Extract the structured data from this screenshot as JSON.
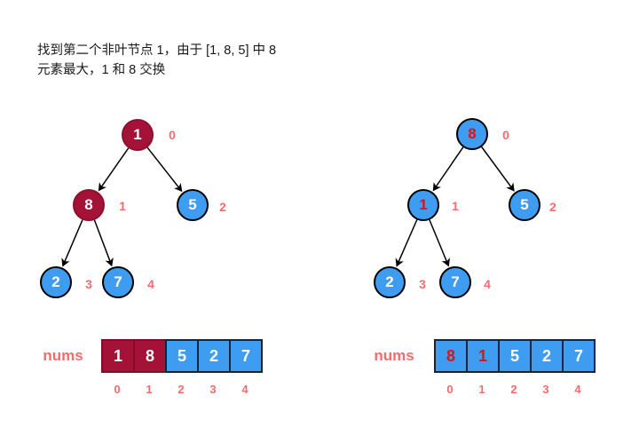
{
  "caption": {
    "line1": "找到第二个非叶节点 1，由于 [1, 8, 5] 中 8",
    "line2": "元素最大，1 和 8 交换"
  },
  "colors": {
    "highlight_dark_red": "#A51237",
    "node_blue": "#3E9DF0",
    "index_coral": "#F56C6C",
    "swapped_value_red": "#E01212",
    "node_border_black": "#000000"
  },
  "trees": {
    "left": {
      "nodes": [
        {
          "value": "1",
          "index_label": "0",
          "fill": "fill-dark",
          "text": "text-white"
        },
        {
          "value": "8",
          "index_label": "1",
          "fill": "fill-dark",
          "text": "text-white"
        },
        {
          "value": "5",
          "index_label": "2",
          "fill": "fill-blue",
          "text": "text-white"
        },
        {
          "value": "2",
          "index_label": "3",
          "fill": "fill-blue",
          "text": "text-white"
        },
        {
          "value": "7",
          "index_label": "4",
          "fill": "fill-blue",
          "text": "text-white"
        }
      ]
    },
    "right": {
      "nodes": [
        {
          "value": "8",
          "index_label": "0",
          "fill": "fill-blue",
          "text": "text-red"
        },
        {
          "value": "1",
          "index_label": "1",
          "fill": "fill-blue",
          "text": "text-red"
        },
        {
          "value": "5",
          "index_label": "2",
          "fill": "fill-blue",
          "text": "text-white"
        },
        {
          "value": "2",
          "index_label": "3",
          "fill": "fill-blue",
          "text": "text-white"
        },
        {
          "value": "7",
          "index_label": "4",
          "fill": "fill-blue",
          "text": "text-white"
        }
      ]
    }
  },
  "arrays": {
    "left": {
      "label": "nums",
      "cells": [
        {
          "value": "1",
          "fill": "fill-dark",
          "text": "text-white"
        },
        {
          "value": "8",
          "fill": "fill-dark",
          "text": "text-white"
        },
        {
          "value": "5",
          "fill": "fill-blue",
          "text": "text-white"
        },
        {
          "value": "2",
          "fill": "fill-blue",
          "text": "text-white"
        },
        {
          "value": "7",
          "fill": "fill-blue",
          "text": "text-white"
        }
      ],
      "indices": [
        "0",
        "1",
        "2",
        "3",
        "4"
      ]
    },
    "right": {
      "label": "nums",
      "cells": [
        {
          "value": "8",
          "fill": "fill-blue",
          "text": "text-red"
        },
        {
          "value": "1",
          "fill": "fill-blue",
          "text": "text-red"
        },
        {
          "value": "5",
          "fill": "fill-blue",
          "text": "text-white"
        },
        {
          "value": "2",
          "fill": "fill-blue",
          "text": "text-white"
        },
        {
          "value": "7",
          "fill": "fill-blue",
          "text": "text-white"
        }
      ],
      "indices": [
        "0",
        "1",
        "2",
        "3",
        "4"
      ]
    }
  }
}
